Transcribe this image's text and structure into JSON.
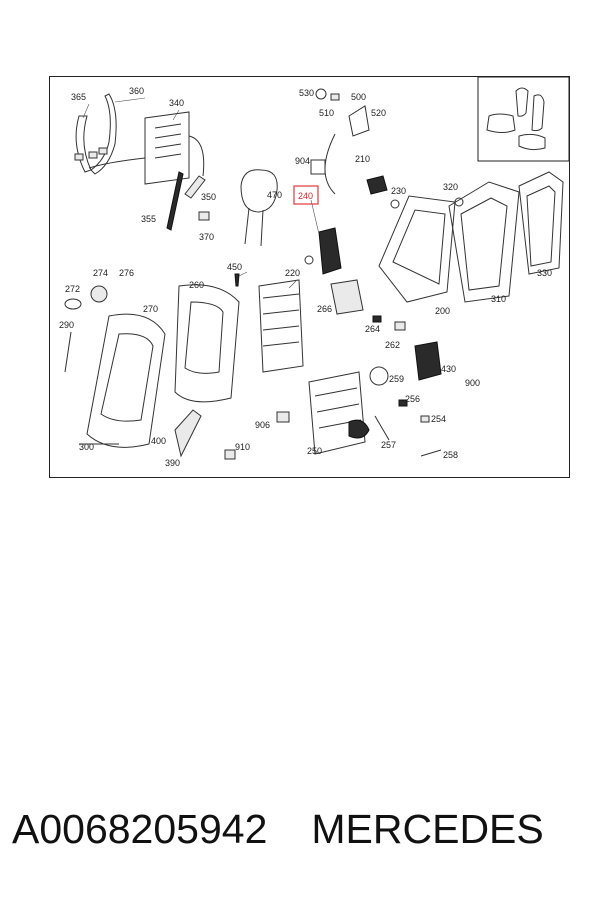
{
  "diagram": {
    "callouts": [
      "365",
      "360",
      "340",
      "530",
      "500",
      "510",
      "520",
      "904",
      "210",
      "230",
      "320",
      "240",
      "350",
      "470",
      "355",
      "370",
      "450",
      "220",
      "274",
      "276",
      "272",
      "260",
      "270",
      "266",
      "264",
      "330",
      "310",
      "200",
      "290",
      "262",
      "430",
      "259",
      "900",
      "256",
      "254",
      "906",
      "257",
      "400",
      "910",
      "300",
      "390",
      "250",
      "258"
    ],
    "highlighted_callout": "240",
    "highlight_color": "#e23a3a"
  },
  "caption": {
    "part_number": "A0068205942",
    "brand": "MERCEDES"
  }
}
